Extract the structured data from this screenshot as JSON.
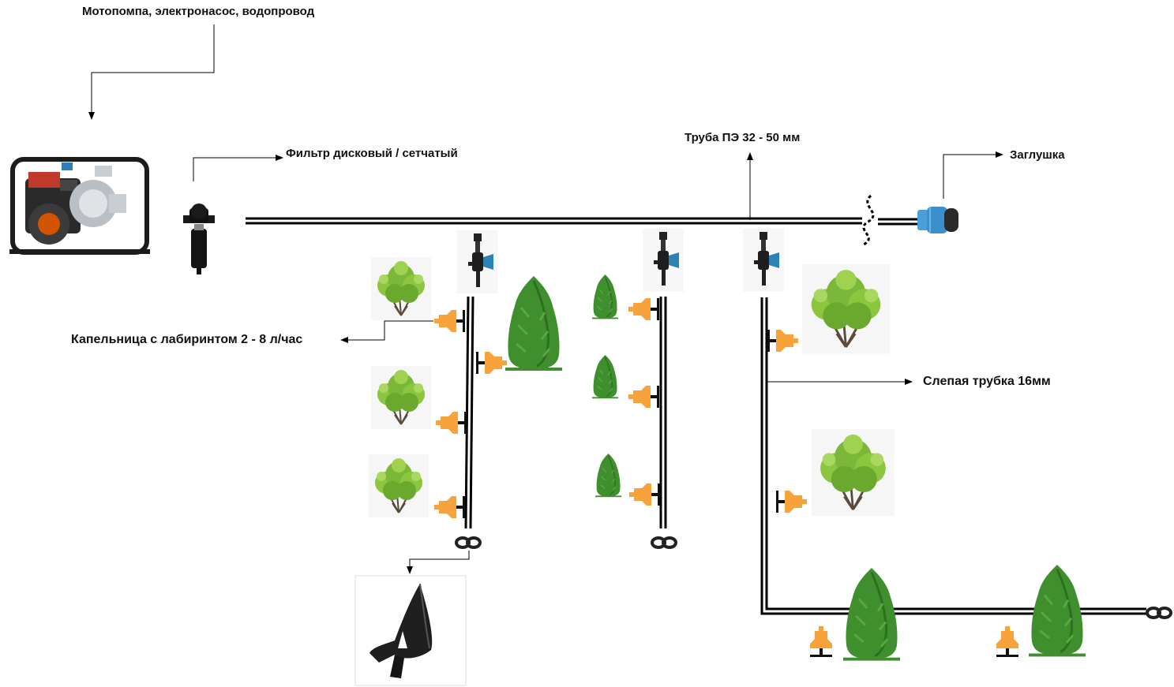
{
  "labels": {
    "pump": "Мотопомпа, электронасос, водопровод",
    "filter": "Фильтр дисковый / сетчатый",
    "main_pipe": "Труба ПЭ 32 - 50 мм",
    "end_plug": "Заглушка",
    "dripper": "Капельница с лабиринтом 2 - 8 л/час",
    "blind_tube": "Слепая трубка 16мм"
  },
  "icons": [
    "water-pump-icon",
    "disc-filter-icon",
    "start-valve-icon",
    "dripper-icon",
    "end-plug-icon",
    "figure-eight-end-icon",
    "shrub-icon",
    "conifer-icon",
    "spike-stake-icon"
  ],
  "colors": {
    "pipe": "#000000",
    "dripper": "#f7a23b",
    "valve_blue": "#2b82b5",
    "foliage": "#3f8f2e",
    "plug_blue": "#4a9fd8"
  }
}
